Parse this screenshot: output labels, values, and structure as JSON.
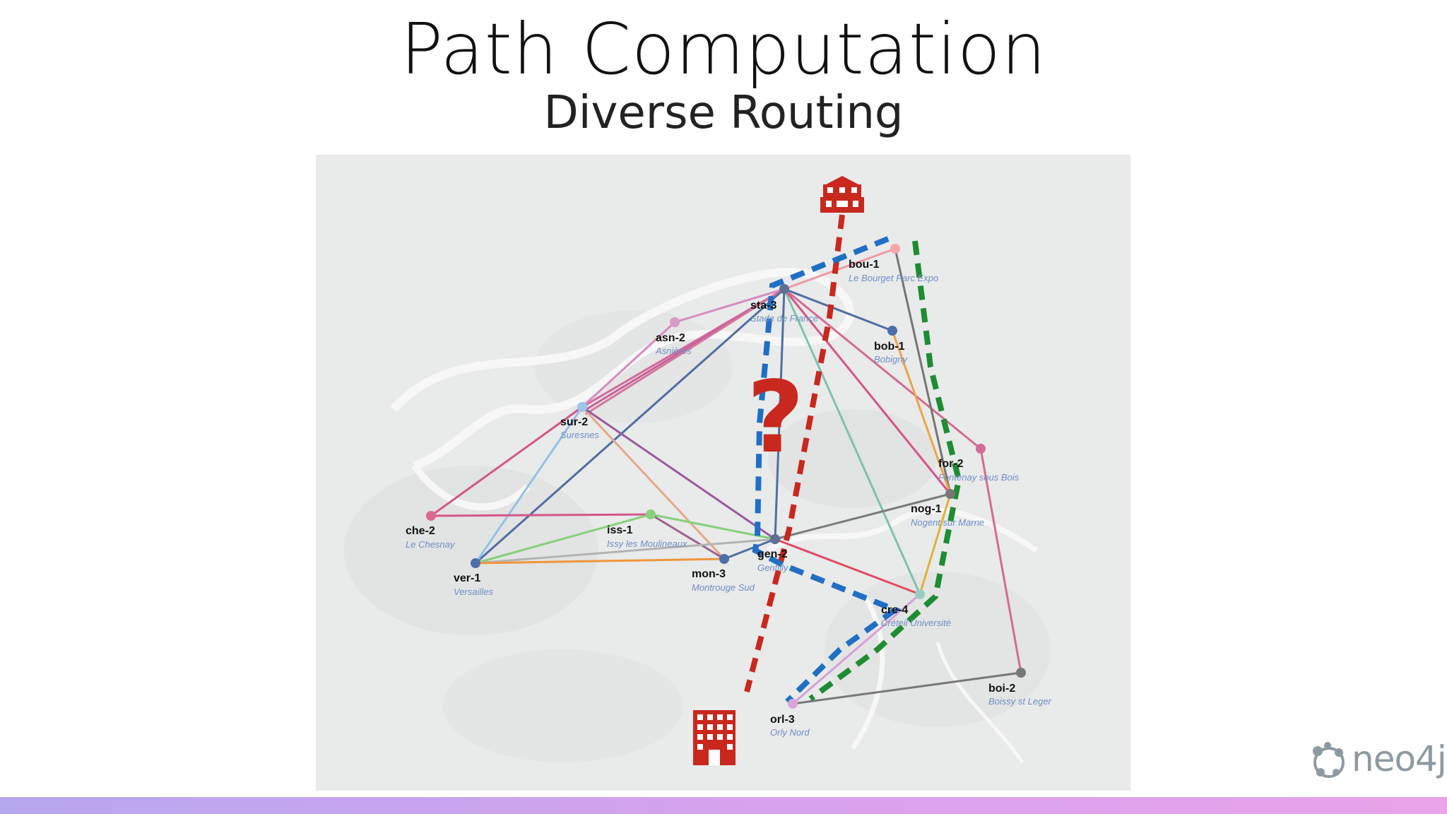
{
  "slide": {
    "title": "Path Computation",
    "subtitle": "Diverse Routing"
  },
  "diagram": {
    "question_mark": "?",
    "nodes": [
      {
        "id": "bou-1",
        "name": "Le Bourget Parc Expo",
        "color": "#f2a1a6"
      },
      {
        "id": "sta-3",
        "name": "Stade de France",
        "color": "#5a6f96"
      },
      {
        "id": "asn-2",
        "name": "Asnières",
        "color": "#d697c3"
      },
      {
        "id": "bob-1",
        "name": "Bobigny",
        "color": "#4e6ea8"
      },
      {
        "id": "sur-2",
        "name": "Suresnes",
        "color": "#9cc4e7"
      },
      {
        "id": "for-2",
        "name": "Fontenay sous Bois",
        "color": "#cf6f96"
      },
      {
        "id": "nog-1",
        "name": "Nogent sur Marne",
        "color": "#777777"
      },
      {
        "id": "che-2",
        "name": "Le Chesnay",
        "color": "#d9648a"
      },
      {
        "id": "iss-1",
        "name": "Issy les Moulineaux",
        "color": "#89cc7c"
      },
      {
        "id": "gen-2",
        "name": "Gentilly",
        "color": "#5a6f96"
      },
      {
        "id": "ver-1",
        "name": "Versailles",
        "color": "#4e6ea8"
      },
      {
        "id": "mon-3",
        "name": "Montrouge Sud",
        "color": "#4e6ea8"
      },
      {
        "id": "cre-4",
        "name": "Créteil Université",
        "color": "#8fcab6"
      },
      {
        "id": "boi-2",
        "name": "Boissy st Leger",
        "color": "#777777"
      },
      {
        "id": "orl-3",
        "name": "Orly Nord",
        "color": "#d5a0d8"
      }
    ],
    "colors": {
      "red_path": "#c8281e",
      "blue_path": "#1f6fc5",
      "green_path": "#1e8c32",
      "map_bg": "#e9eaea"
    },
    "icons": [
      "exchange-building-icon",
      "office-building-icon",
      "neo4j-logo-icon"
    ]
  },
  "logo": {
    "text": "neo4j"
  }
}
